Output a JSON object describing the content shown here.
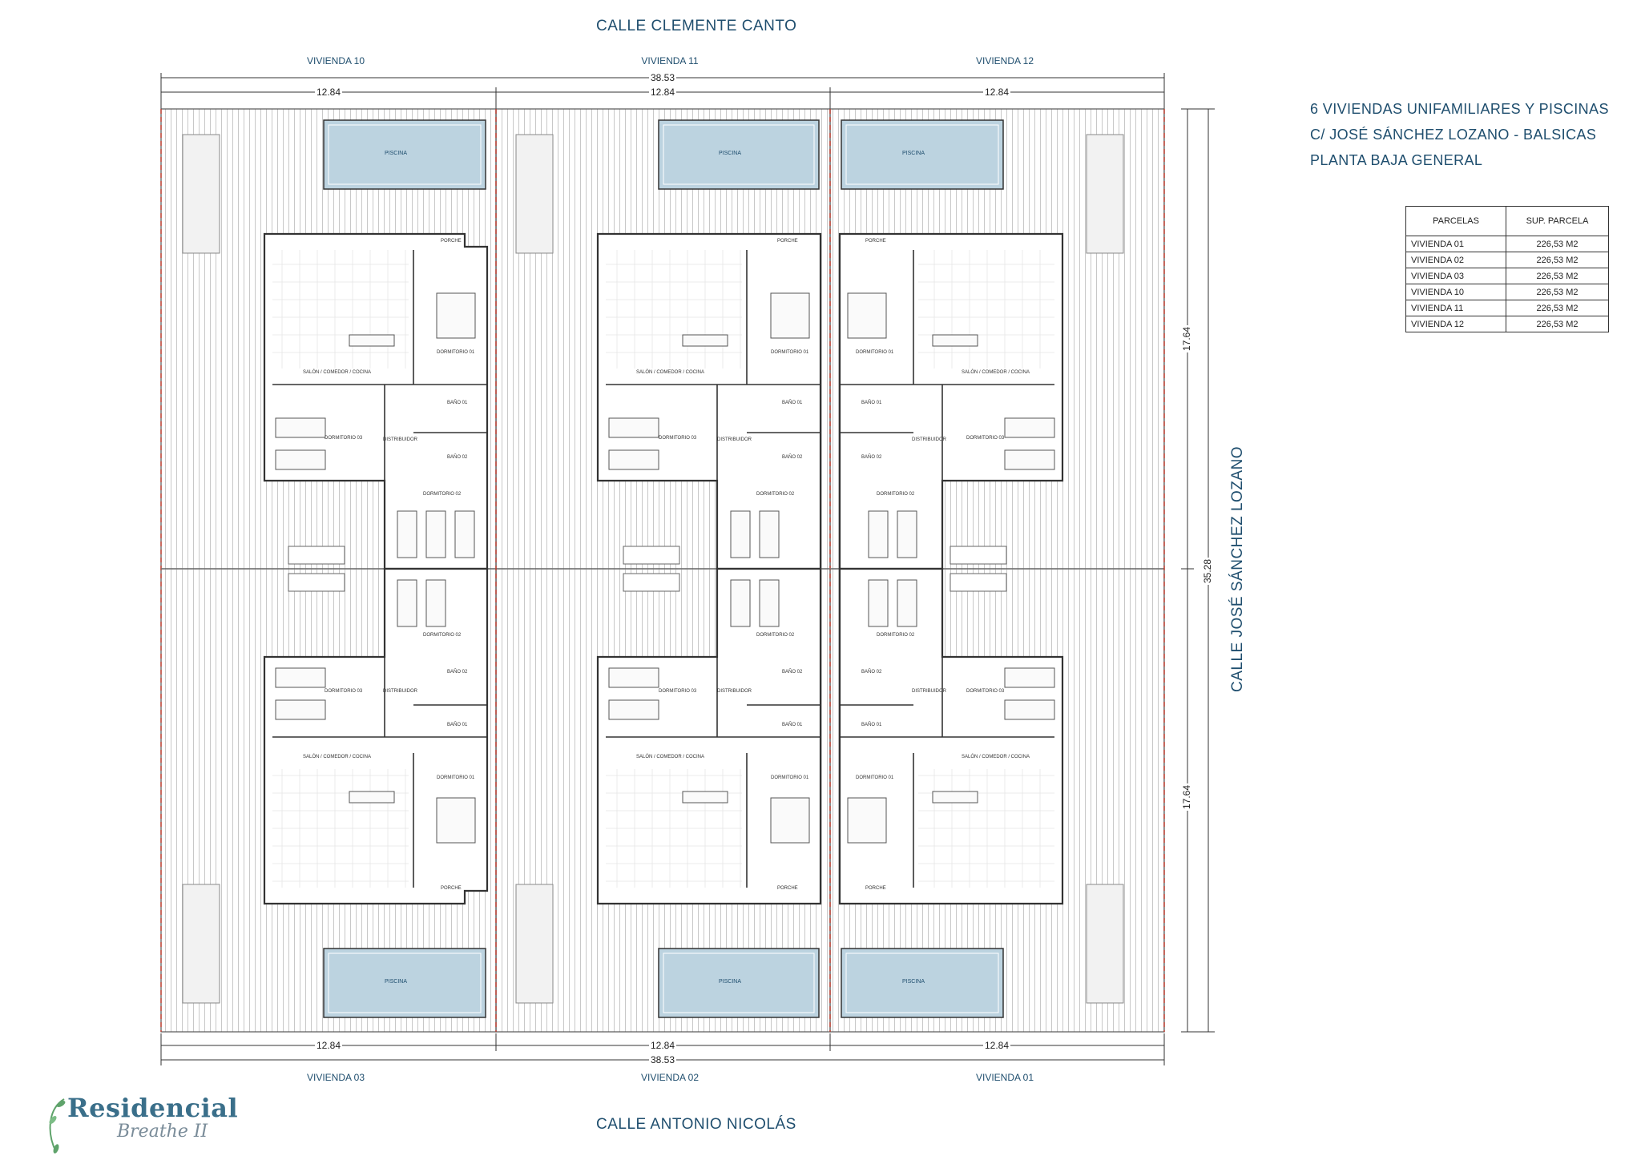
{
  "streets": {
    "top": "CALLE CLEMENTE CANTO",
    "bottom": "CALLE ANTONIO NICOLÁS",
    "side": "CALLE JOSÉ SÁNCHEZ LOZANO"
  },
  "viviendas_top": [
    "VIVIENDA 10",
    "VIVIENDA 11",
    "VIVIENDA 12"
  ],
  "viviendas_bottom": [
    "VIVIENDA 03",
    "VIVIENDA 02",
    "VIVIENDA 01"
  ],
  "dimensions": {
    "total_width": "38.53",
    "lot_width": "12.84",
    "total_depth": "35.28",
    "half_depth": "17.64"
  },
  "title": {
    "line1": "6 VIVIENDAS UNIFAMILIARES Y PISCINAS",
    "line2": "C/ JOSÉ SÁNCHEZ LOZANO - BALSICAS",
    "line3": "PLANTA BAJA GENERAL"
  },
  "parcelas_table": {
    "headers": [
      "PARCELAS",
      "SUP. PARCELA"
    ],
    "rows": [
      {
        "name": "VIVIENDA 01",
        "area": "226,53 M2"
      },
      {
        "name": "VIVIENDA 02",
        "area": "226,53 M2"
      },
      {
        "name": "VIVIENDA 03",
        "area": "226,53 M2"
      },
      {
        "name": "VIVIENDA 10",
        "area": "226,53 M2"
      },
      {
        "name": "VIVIENDA 11",
        "area": "226,53 M2"
      },
      {
        "name": "VIVIENDA 12",
        "area": "226,53 M2"
      }
    ]
  },
  "rooms": {
    "piscina": "PISCINA",
    "porche": "PORCHE",
    "salon": "SALÓN / COMEDOR / COCINA",
    "dorm1": "DORMITORIO 01",
    "dorm2": "DORMITORIO 02",
    "dorm3": "DORMITORIO 03",
    "bano1": "BAÑO 01",
    "bano2": "BAÑO 02",
    "distribuidor": "DISTRIBUIDOR"
  },
  "logo": {
    "main": "Residencial",
    "sub": "Breathe II"
  },
  "colors": {
    "pool": "#bcd3e0",
    "accent": "#1f4e6e",
    "divider": "#c0392b"
  }
}
